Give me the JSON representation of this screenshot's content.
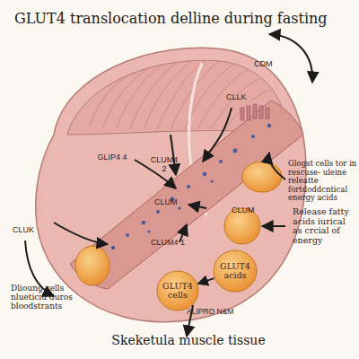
{
  "diagram": {
    "title": "GLUT4 translocation delline during fasting",
    "caption": "Skeketula muscle tissue",
    "nodes": [
      {
        "text": [
          "GLUT4 acids"
        ]
      },
      {
        "text": [
          "GLUT4 cells"
        ]
      }
    ],
    "edges": [
      {
        "from": 0,
        "to": 1,
        "arrow": "to"
      }
    ],
    "labels": [
      "CDM",
      "CLLK",
      "GLIP4 4",
      "CLUM4 2",
      "CLUM",
      "CLUK",
      "CLUM",
      "CLUM4 1",
      "ALIPRO N&M",
      "Glogst cells tor in rescuse- uleine releatte fortdoddcntical energy acids",
      "Release fatty acids iurical as crcial of energy",
      "Dlioung cells nlueticiu duros bloodstrants"
    ]
  }
}
